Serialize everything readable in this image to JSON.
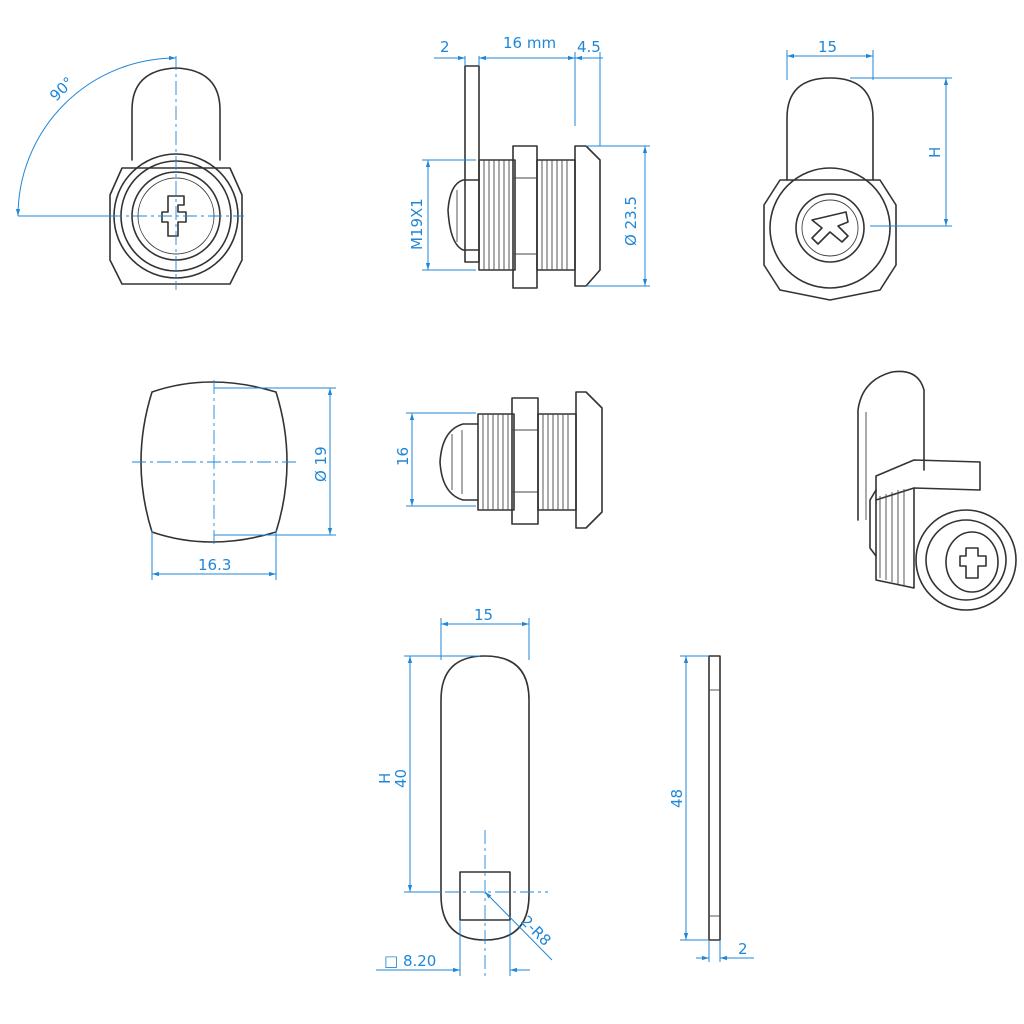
{
  "colors": {
    "dimension": "#1f87d9",
    "outline": "#333333",
    "background": "#ffffff"
  },
  "views": {
    "front": {
      "rotation_label": "90°"
    },
    "side": {
      "thickness_label": "2",
      "length_label": "16 mm",
      "flange_label": "4.5",
      "thread_label": "M19X1",
      "diameter_label": "Ø 23.5"
    },
    "rear": {
      "width_label": "15",
      "height_label": "H"
    },
    "cutout": {
      "diameter_label": "Ø 19",
      "width_label": "16.3"
    },
    "side_plain": {
      "height_label": "16"
    },
    "cam": {
      "width_label": "15",
      "h_label": "H",
      "length_label": "40",
      "square_label": "□ 8.20",
      "radius_label": "2-R8"
    },
    "cam_edge": {
      "length_label": "48",
      "thickness_label": "2"
    }
  }
}
